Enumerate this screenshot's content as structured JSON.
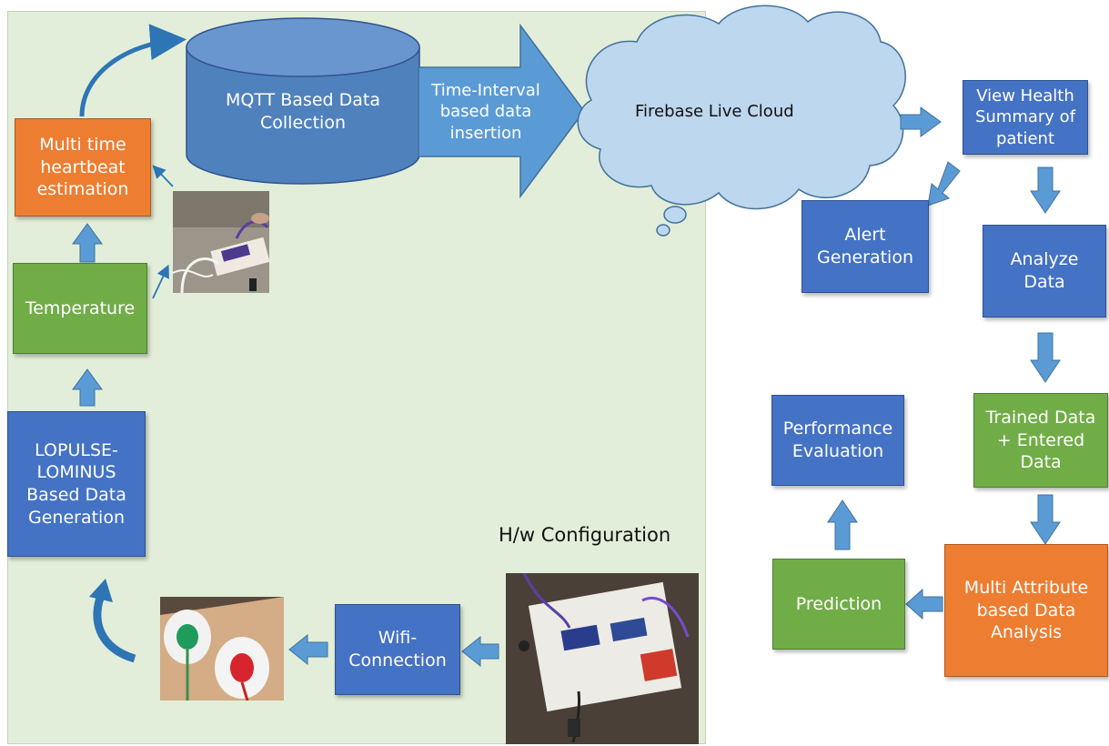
{
  "nodes": {
    "multi_time_heartbeat": "Multi time heartbeat estimation",
    "temperature": "Temperature",
    "lopulse": "LOPULSE-LOMINUS Based Data Generation",
    "mqtt": "MQTT Based Data Collection",
    "time_interval": "Time-Interval based data insertion",
    "firebase": "Firebase Live Cloud",
    "view_health": "View Health Summary of patient",
    "alert": "Alert Generation",
    "analyze": "Analyze Data",
    "trained": "Trained Data + Entered Data",
    "performance": "Performance Evaluation",
    "prediction": "Prediction",
    "multi_attribute": "Multi Attribute based Data Analysis",
    "wifi": "Wifi-Connection"
  },
  "labels": {
    "hw_config": "H/w Configuration"
  },
  "colors": {
    "blue": "#4472c4",
    "green": "#70ad47",
    "orange": "#ed7d31",
    "panel": "#e2eed9",
    "cloud": "#bdd7ee",
    "arrow": "#5b9bd5"
  }
}
